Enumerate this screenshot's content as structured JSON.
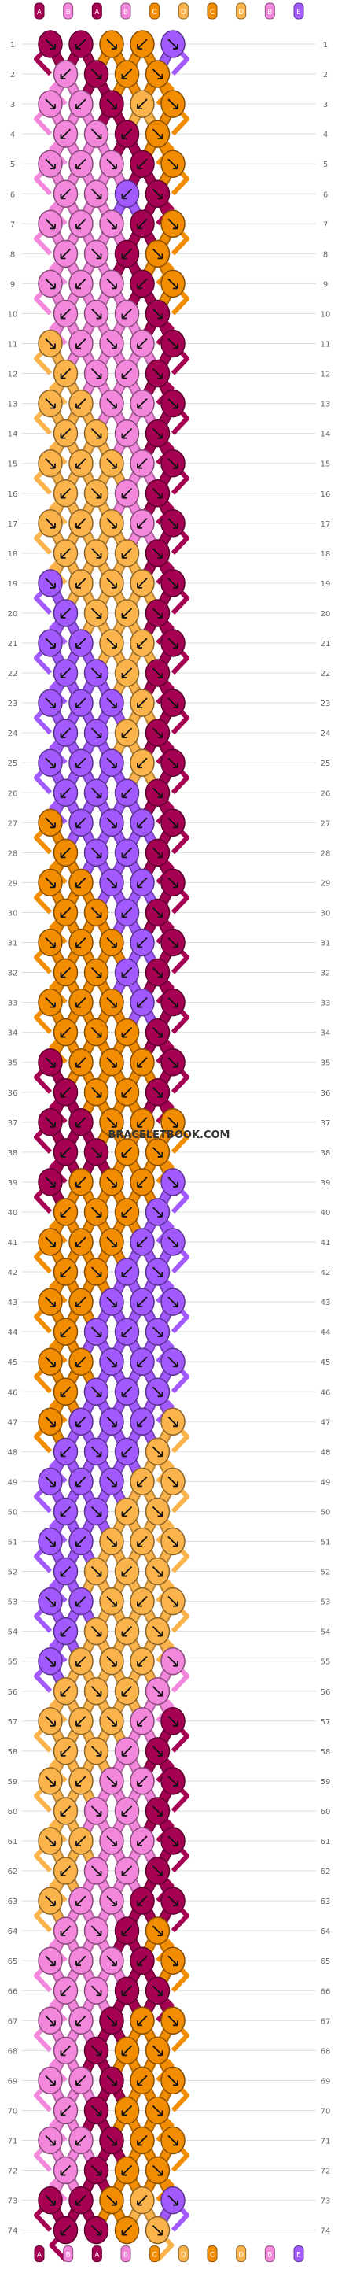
{
  "watermark": "BRACELETBOOK.COM",
  "palette": {
    "A": "#a50052",
    "B": "#f287dc",
    "C": "#f28c00",
    "D": "#fab44b",
    "E": "#a25aff"
  },
  "icons": {
    "forward_knot": "arrow-down-right-icon",
    "backward_knot": "arrow-down-left-icon"
  },
  "top_strings": [
    "A",
    "B",
    "A",
    "B",
    "C",
    "D",
    "C",
    "D",
    "B",
    "E"
  ],
  "bottom_strings": [
    "A",
    "B",
    "A",
    "B",
    "C",
    "D",
    "C",
    "D",
    "B",
    "E"
  ],
  "row_count": 74,
  "row_labels": [
    "1",
    "2",
    "3",
    "4",
    "5",
    "6",
    "7",
    "8",
    "9",
    "10",
    "11",
    "12",
    "13",
    "14",
    "15",
    "16",
    "17",
    "18",
    "19",
    "20",
    "21",
    "22",
    "23",
    "24",
    "25",
    "26",
    "27",
    "28",
    "29",
    "30",
    "31",
    "32",
    "33",
    "34",
    "35",
    "36",
    "37",
    "38",
    "39",
    "40",
    "41",
    "42",
    "43",
    "44",
    "45",
    "46",
    "47",
    "48",
    "49",
    "50",
    "51",
    "52",
    "53",
    "54",
    "55",
    "56",
    "57",
    "58",
    "59",
    "60",
    "61",
    "62",
    "63",
    "64",
    "65",
    "66",
    "67",
    "68",
    "69",
    "70",
    "71",
    "72",
    "73",
    "74"
  ],
  "knot_rows": [
    [
      "A",
      "A",
      "C",
      "C",
      "E"
    ],
    [
      "B",
      "A",
      "C",
      "C"
    ],
    [
      "B",
      "B",
      "A",
      "D",
      "C"
    ],
    [
      "B",
      "B",
      "A",
      "C"
    ],
    [
      "B",
      "B",
      "B",
      "A",
      "C"
    ],
    [
      "B",
      "B",
      "E",
      "A"
    ],
    [
      "B",
      "B",
      "B",
      "A",
      "C"
    ],
    [
      "B",
      "B",
      "A",
      "C"
    ],
    [
      "B",
      "B",
      "B",
      "A",
      "C"
    ],
    [
      "B",
      "B",
      "B",
      "A"
    ],
    [
      "D",
      "B",
      "B",
      "B",
      "A"
    ],
    [
      "D",
      "B",
      "B",
      "A"
    ],
    [
      "D",
      "D",
      "B",
      "B",
      "A"
    ],
    [
      "D",
      "D",
      "B",
      "A"
    ],
    [
      "D",
      "D",
      "D",
      "B",
      "A"
    ],
    [
      "D",
      "D",
      "B",
      "A"
    ],
    [
      "D",
      "D",
      "D",
      "B",
      "A"
    ],
    [
      "D",
      "D",
      "D",
      "A"
    ],
    [
      "E",
      "D",
      "D",
      "D",
      "A"
    ],
    [
      "E",
      "D",
      "D",
      "A"
    ],
    [
      "E",
      "E",
      "D",
      "D",
      "A"
    ],
    [
      "E",
      "E",
      "D",
      "A"
    ],
    [
      "E",
      "E",
      "E",
      "D",
      "A"
    ],
    [
      "E",
      "E",
      "D",
      "A"
    ],
    [
      "E",
      "E",
      "E",
      "D",
      "A"
    ],
    [
      "E",
      "E",
      "E",
      "A"
    ],
    [
      "C",
      "E",
      "E",
      "E",
      "A"
    ],
    [
      "C",
      "E",
      "E",
      "A"
    ],
    [
      "C",
      "C",
      "E",
      "E",
      "A"
    ],
    [
      "C",
      "C",
      "E",
      "A"
    ],
    [
      "C",
      "C",
      "C",
      "E",
      "A"
    ],
    [
      "C",
      "C",
      "E",
      "A"
    ],
    [
      "C",
      "C",
      "C",
      "E",
      "A"
    ],
    [
      "C",
      "C",
      "C",
      "A"
    ],
    [
      "A",
      "C",
      "C",
      "C",
      "A"
    ],
    [
      "A",
      "C",
      "C",
      "A"
    ],
    [
      "A",
      "A",
      "C",
      "C",
      "C"
    ],
    [
      "A",
      "A",
      "C",
      "C"
    ],
    [
      "A",
      "C",
      "C",
      "C",
      "E"
    ],
    [
      "C",
      "C",
      "C",
      "E"
    ],
    [
      "C",
      "C",
      "C",
      "E",
      "E"
    ],
    [
      "C",
      "C",
      "E",
      "E"
    ],
    [
      "C",
      "C",
      "E",
      "E",
      "E"
    ],
    [
      "C",
      "E",
      "E",
      "E"
    ],
    [
      "C",
      "C",
      "E",
      "E",
      "E"
    ],
    [
      "C",
      "E",
      "E",
      "E"
    ],
    [
      "C",
      "E",
      "E",
      "E",
      "D"
    ],
    [
      "E",
      "E",
      "E",
      "D"
    ],
    [
      "E",
      "E",
      "E",
      "D",
      "D"
    ],
    [
      "E",
      "E",
      "D",
      "D"
    ],
    [
      "E",
      "E",
      "D",
      "D",
      "D"
    ],
    [
      "E",
      "D",
      "D",
      "D"
    ],
    [
      "E",
      "E",
      "D",
      "D",
      "D"
    ],
    [
      "E",
      "D",
      "D",
      "D"
    ],
    [
      "E",
      "D",
      "D",
      "D",
      "B"
    ],
    [
      "D",
      "D",
      "D",
      "B"
    ],
    [
      "D",
      "D",
      "D",
      "B",
      "A"
    ],
    [
      "D",
      "D",
      "B",
      "A"
    ],
    [
      "D",
      "D",
      "B",
      "B",
      "A"
    ],
    [
      "D",
      "B",
      "B",
      "A"
    ],
    [
      "D",
      "D",
      "B",
      "B",
      "A"
    ],
    [
      "D",
      "B",
      "B",
      "A"
    ],
    [
      "D",
      "B",
      "B",
      "A",
      "A"
    ],
    [
      "B",
      "B",
      "A",
      "C"
    ],
    [
      "B",
      "B",
      "B",
      "A",
      "C"
    ],
    [
      "B",
      "B",
      "A",
      "A"
    ],
    [
      "B",
      "B",
      "A",
      "C",
      "C"
    ],
    [
      "B",
      "A",
      "C",
      "C"
    ],
    [
      "B",
      "B",
      "A",
      "C",
      "C"
    ],
    [
      "B",
      "A",
      "C",
      "C"
    ],
    [
      "B",
      "B",
      "A",
      "C",
      "C"
    ],
    [
      "B",
      "A",
      "C",
      "C"
    ],
    [
      "A",
      "A",
      "C",
      "D",
      "E"
    ],
    [
      "A",
      "A",
      "C",
      "D"
    ]
  ]
}
